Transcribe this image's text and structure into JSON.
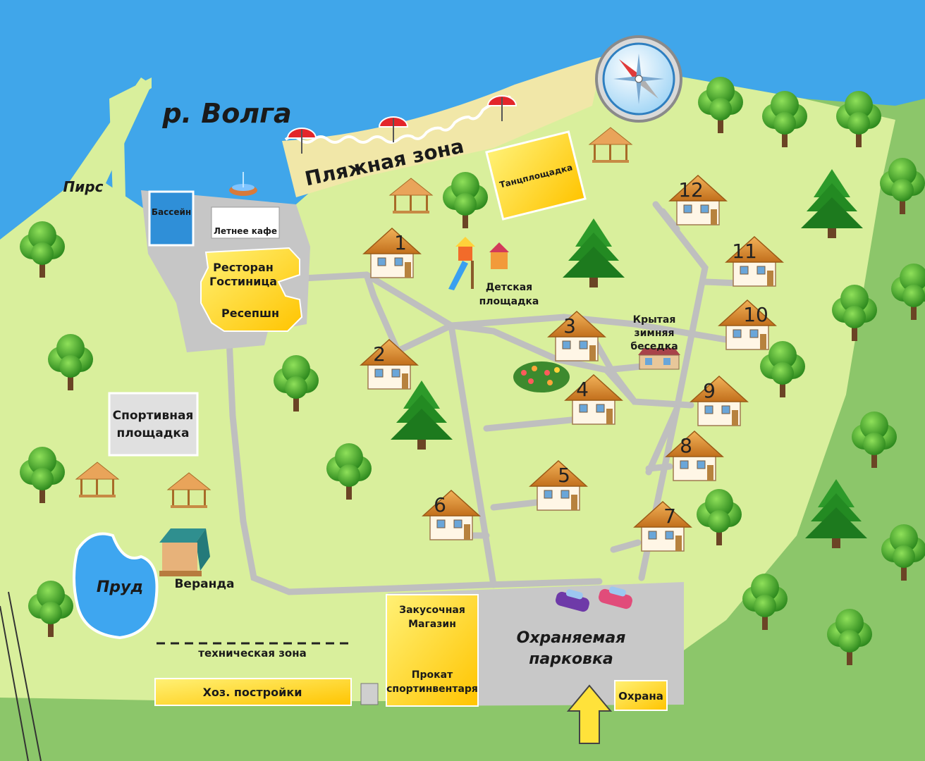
{
  "labels": {
    "river": "р. Волга",
    "beach": "Пляжная зона",
    "pier": "Пирс",
    "pool": "Бассейн",
    "cafe": "Летнее кафе",
    "restaurant_line1": "Ресторан",
    "restaurant_line2": "Гостиница",
    "reception": "Ресепшн",
    "dance": "Танцплощадка",
    "playground_line1": "Детская",
    "playground_line2": "площадка",
    "winter_line1": "Крытая",
    "winter_line2": "зимняя",
    "winter_line3": "беседка",
    "sports_line1": "Спортивная",
    "sports_line2": "площадка",
    "pond": "Пруд",
    "veranda": "Веранда",
    "tech_zone": "техническая зона",
    "utility": "Хоз. постройки",
    "shop_line1": "Закусочная",
    "shop_line2": "Магазин",
    "rental_line1": "Прокат",
    "rental_line2": "спортинвентаря",
    "parking_line1": "Охраняемая",
    "parking_line2": "парковка",
    "security": "Охрана"
  },
  "cottages": [
    "1",
    "2",
    "3",
    "4",
    "5",
    "6",
    "7",
    "8",
    "9",
    "10",
    "11",
    "12"
  ],
  "colors": {
    "water": "#3aa0e8",
    "grass_light": "#d9ef9c",
    "grass_dark": "#8cc66a",
    "sand": "#f1e7a8",
    "road": "#c8c8c8",
    "building_yellow": "#ffd400",
    "roof": "#d98b2c"
  },
  "icons": [
    "compass-icon",
    "umbrella-icon",
    "tree-icon",
    "fir-icon",
    "gazebo-icon",
    "car-icon",
    "arrow-up-icon",
    "fountain-icon",
    "slide-icon"
  ]
}
